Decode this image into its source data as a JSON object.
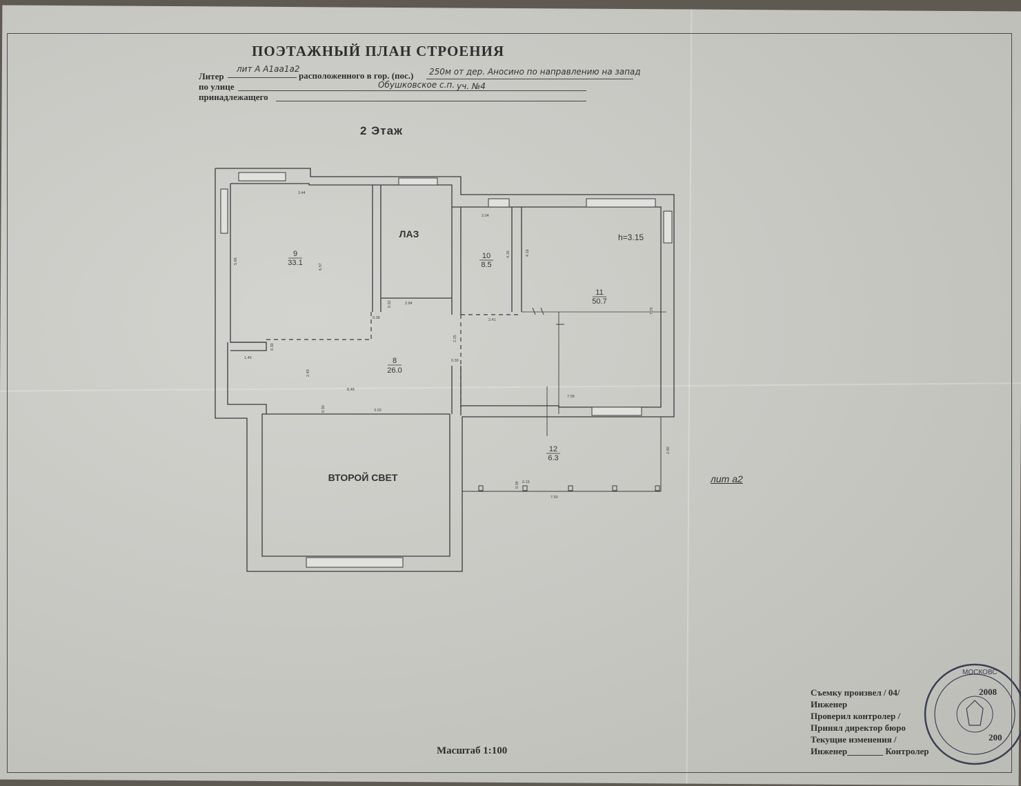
{
  "header": {
    "title": "ПОЭТАЖНЫЙ ПЛАН СТРОЕНИЯ",
    "liter_label": "Литер",
    "liter_value": "лит А А1аа1а2",
    "located_label": "расположенного в гор. (пос.)",
    "located_value": "250м от дер. Аносино по направлению на запад",
    "street_label": "по улице",
    "street_value": "Обушковское с.п.",
    "plot_value": "уч. №4",
    "owner_label": "принадлежащего"
  },
  "floor_label": "2 Этаж",
  "rooms": {
    "r9": {
      "num": "9",
      "area": "33.1"
    },
    "laz": {
      "name": "ЛАЗ"
    },
    "r10": {
      "num": "10",
      "area": "8.5"
    },
    "r11": {
      "num": "11",
      "area": "50.7"
    },
    "r11_height": "h=3.15",
    "r8": {
      "num": "8",
      "area": "26.0"
    },
    "r12": {
      "num": "12",
      "area": "6.3"
    },
    "second_light": {
      "name": "ВТОРОЙ СВЕТ"
    }
  },
  "dimensions": [
    "3.44",
    "5.66",
    "6.57",
    "2.04",
    "4.16",
    "4.16",
    "2.84",
    "0.52",
    "0.38",
    "2.41",
    "7.70",
    "1.45",
    "0.30",
    "2.49",
    "8.48",
    "0.30",
    "3.03",
    "2.25",
    "0.30",
    "7.58",
    "2.80",
    "0.39",
    "0.15",
    "7.50"
  ],
  "lit_a2": "лит а2",
  "scale": "Масштаб 1:100",
  "signatures": {
    "survey": "Съемку произвел",
    "survey_date": "/    04/",
    "engineer1": "Инженер",
    "checked": "Проверил контролер",
    "checked_mark": "/",
    "accepted": "Принял директор бюро",
    "current_changes": "Текущие изменения",
    "current_mark": "/",
    "engineer2": "Инженер",
    "controller": "Контролер"
  },
  "stamp": {
    "top_text": "МОСКОВС",
    "year1": "2008",
    "year2": "200"
  }
}
